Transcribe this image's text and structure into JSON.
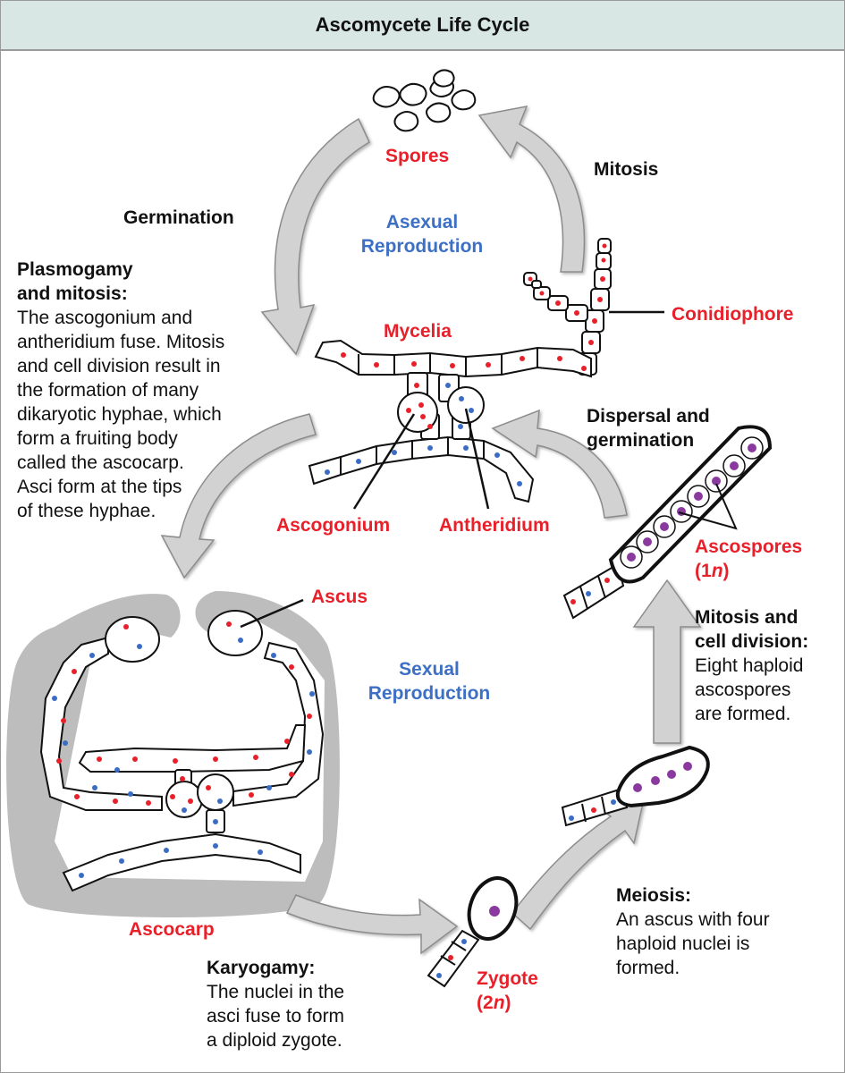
{
  "title": "Ascomycete Life Cycle",
  "labels": {
    "spores": "Spores",
    "mitosis": "Mitosis",
    "germination": "Germination",
    "asexual_1": "Asexual",
    "asexual_2": "Reproduction",
    "mycelia": "Mycelia",
    "conidiophore": "Conidiophore",
    "dispersal_1": "Dispersal and",
    "dispersal_2": "germination",
    "ascogonium": "Ascogonium",
    "antheridium": "Antheridium",
    "ascospores": "Ascospores",
    "ascospores_ploidy_open": "(1",
    "ascospores_ploidy_n": "n",
    "ascospores_ploidy_close": ")",
    "ascus": "Ascus",
    "sexual_1": "Sexual",
    "sexual_2": "Reproduction",
    "ascocarp": "Ascocarp",
    "zygote": "Zygote",
    "zygote_ploidy_open": "(2",
    "zygote_ploidy_n": "n",
    "zygote_ploidy_close": ")"
  },
  "steps": {
    "plasmogamy": {
      "heading_1": "Plasmogamy",
      "heading_2": "and mitosis:",
      "text": [
        "The ascogonium and",
        "antheridium fuse. Mitosis",
        "and cell division result in",
        "the formation of many",
        "dikaryotic hyphae, which",
        "form a fruiting body",
        "called the ascocarp.",
        "Asci form at the tips",
        "of these hyphae."
      ]
    },
    "mitosis_division": {
      "heading_1": "Mitosis and",
      "heading_2": "cell division:",
      "text": [
        "Eight haploid",
        "ascospores",
        "are formed."
      ]
    },
    "meiosis": {
      "heading": "Meiosis:",
      "text": [
        "An ascus with four",
        "haploid nuclei is",
        "formed."
      ]
    },
    "karyogamy": {
      "heading": "Karyogamy:",
      "text": [
        "The nuclei in the",
        "asci fuse to form",
        "a diploid zygote."
      ]
    }
  },
  "colors": {
    "red_label": "#e8202a",
    "blue_label": "#3d6fc4",
    "header_bg": "#d8e6e4",
    "arrow_fill": "#d2d2d2",
    "ascocarp_bg": "#bdbdbd",
    "red_nucleus": "#e8202a",
    "blue_nucleus": "#3a6cc6",
    "purple_nucleus": "#8a3a9e"
  }
}
